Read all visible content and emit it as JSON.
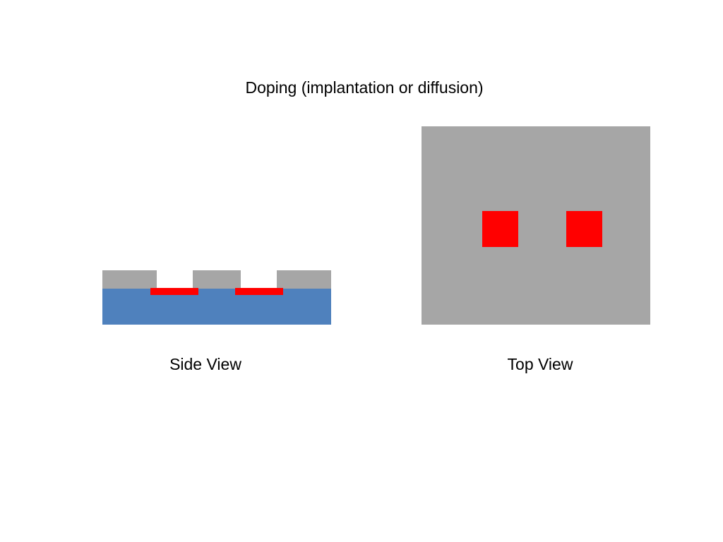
{
  "title": "Doping (implantation or diffusion)",
  "side_view": {
    "caption": "Side View"
  },
  "top_view": {
    "caption": "Top View"
  },
  "colors": {
    "substrate": "#4f81bd",
    "mask": "#a6a6a6",
    "doped_region": "#ff0000",
    "background": "#ffffff"
  }
}
